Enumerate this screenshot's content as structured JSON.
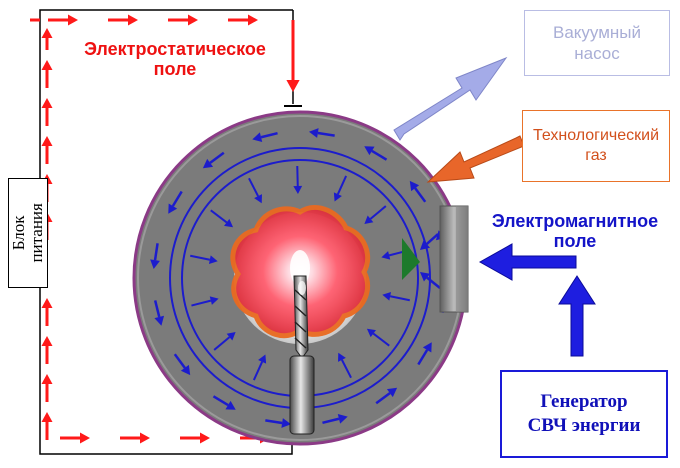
{
  "labels": {
    "electrostatic_field": "Электростатическое\nполе",
    "power_supply": "Блок\nпитания",
    "vacuum_pump": "Вакуумный\nнасос",
    "process_gas": "Технологический\nгаз",
    "em_field": "Электромагнитное\nполе",
    "generator": "Генератор\nСВЧ энергии"
  },
  "colors": {
    "electrostatic": "#ff1a1a",
    "chamber_ring": "#7d7d7d",
    "chamber_rim": "#8b3a86",
    "field_blue": "#1c1ccc",
    "vacuum_arrow": "#9ea6e6",
    "gas_arrow": "#e8662a",
    "em_arrow": "#1e1ee0",
    "plasma": "#ff5060"
  },
  "icons": {
    "cathode": "drill-bit-icon",
    "plasma": "plasma-glow-icon"
  }
}
